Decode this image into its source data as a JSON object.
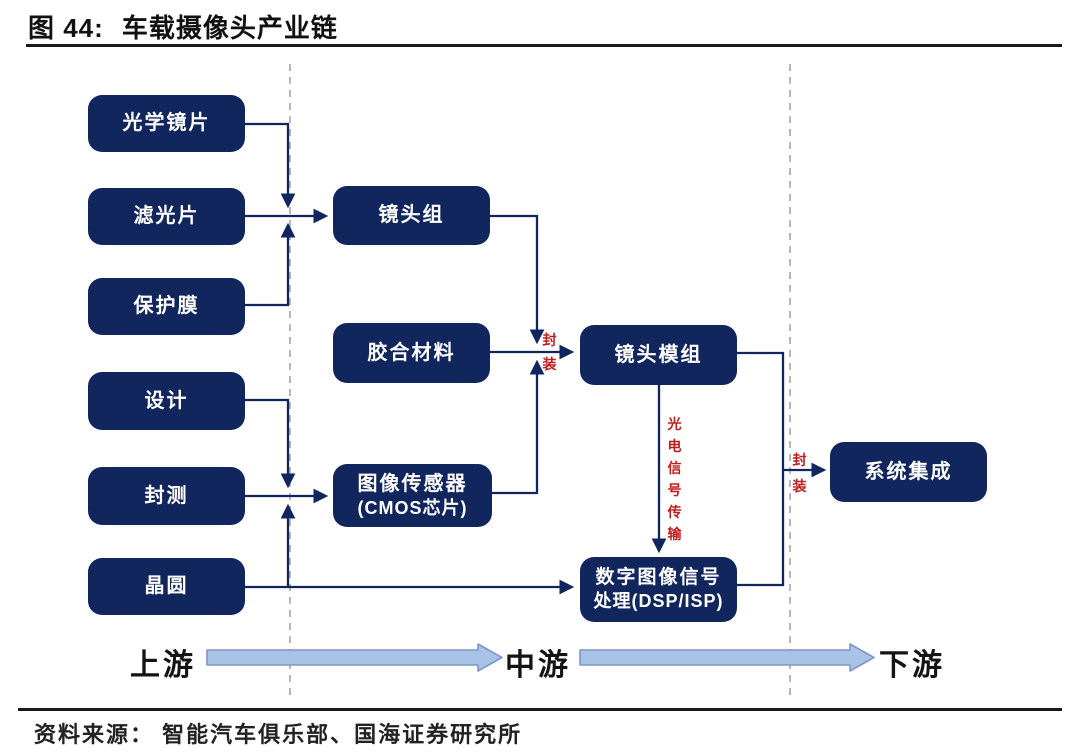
{
  "figure": {
    "label": "图 44:",
    "title": "车载摄像头产业链"
  },
  "nodes": {
    "optical_lens": {
      "label": "光学镜片"
    },
    "filter": {
      "label": "滤光片"
    },
    "protective_film": {
      "label": "保护膜"
    },
    "design": {
      "label": "设计"
    },
    "packaging_testing": {
      "label": "封测"
    },
    "wafer": {
      "label": "晶圆"
    },
    "lens_group": {
      "label": "镜头组"
    },
    "bonding_material": {
      "label": "胶合材料"
    },
    "image_sensor": {
      "label": "图像传感器",
      "sublabel": "(CMOS芯片)"
    },
    "lens_module": {
      "label": "镜头模组"
    },
    "dsp": {
      "label": "数字图像信号",
      "sublabel": "处理(DSP/ISP)"
    },
    "system_integration": {
      "label": "系统集成"
    }
  },
  "annotations": {
    "package_to_lens_module": "封装",
    "package_to_system": "封装",
    "signal_transmission": "光电信号传输"
  },
  "stages": {
    "upstream": "上游",
    "midstream": "中游",
    "downstream": "下游"
  },
  "source": {
    "label": "资料来源：",
    "text": "智能汽车俱乐部、国海证券研究所"
  },
  "colors": {
    "node_navy": "#12265e",
    "annotation_red": "#c01e1e",
    "stage_arrow_fill": "#a9c3e8",
    "stage_arrow_border": "#8096c6",
    "dashed_divider": "#a6a6a6"
  }
}
